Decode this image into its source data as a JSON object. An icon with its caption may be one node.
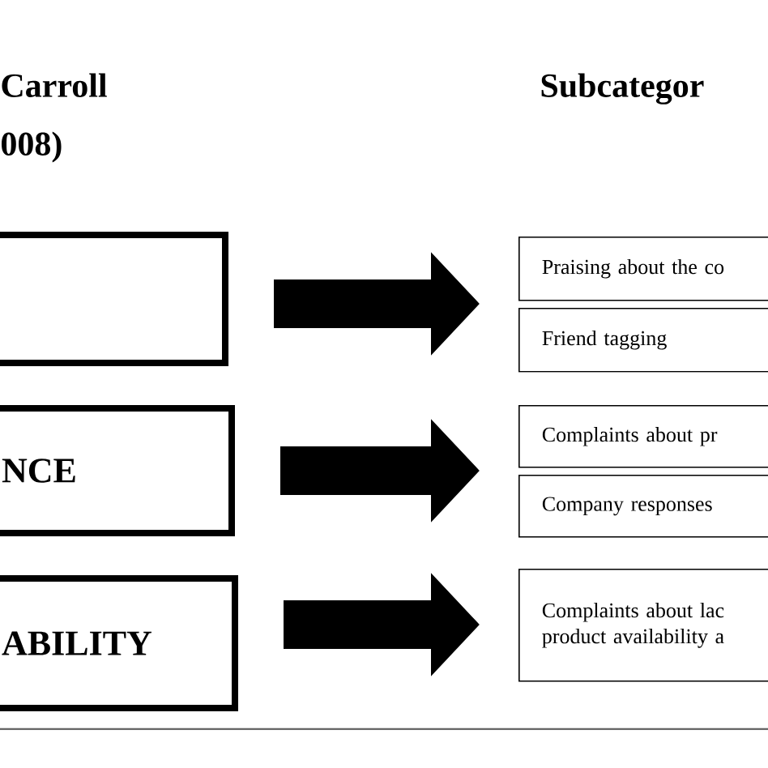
{
  "diagram": {
    "nodes": [
      {
        "text": [],
        "shape": "box"
      },
      {
        "text": [
          "NCE"
        ]
      },
      {
        "text": [
          "ABILITY"
        ]
      },
      {
        "text": [
          "Praising about the co"
        ]
      },
      {
        "text": [
          "Friend tagging"
        ]
      },
      {
        "text": [
          "Complaints about pr"
        ]
      },
      {
        "text": [
          "Company responses"
        ]
      },
      {
        "text": [
          "Complaints about lac product availability a"
        ]
      }
    ],
    "edges": [
      {
        "from": 0,
        "to": 3,
        "arrow": "to"
      },
      {
        "from": 0,
        "to": 4,
        "arrow": "to"
      },
      {
        "from": 1,
        "to": 5,
        "arrow": "to"
      },
      {
        "from": 1,
        "to": 6,
        "arrow": "to"
      },
      {
        "from": 2,
        "to": 7,
        "arrow": "to"
      }
    ],
    "labels": [
      "Carroll 008)",
      "Subcategor"
    ]
  }
}
